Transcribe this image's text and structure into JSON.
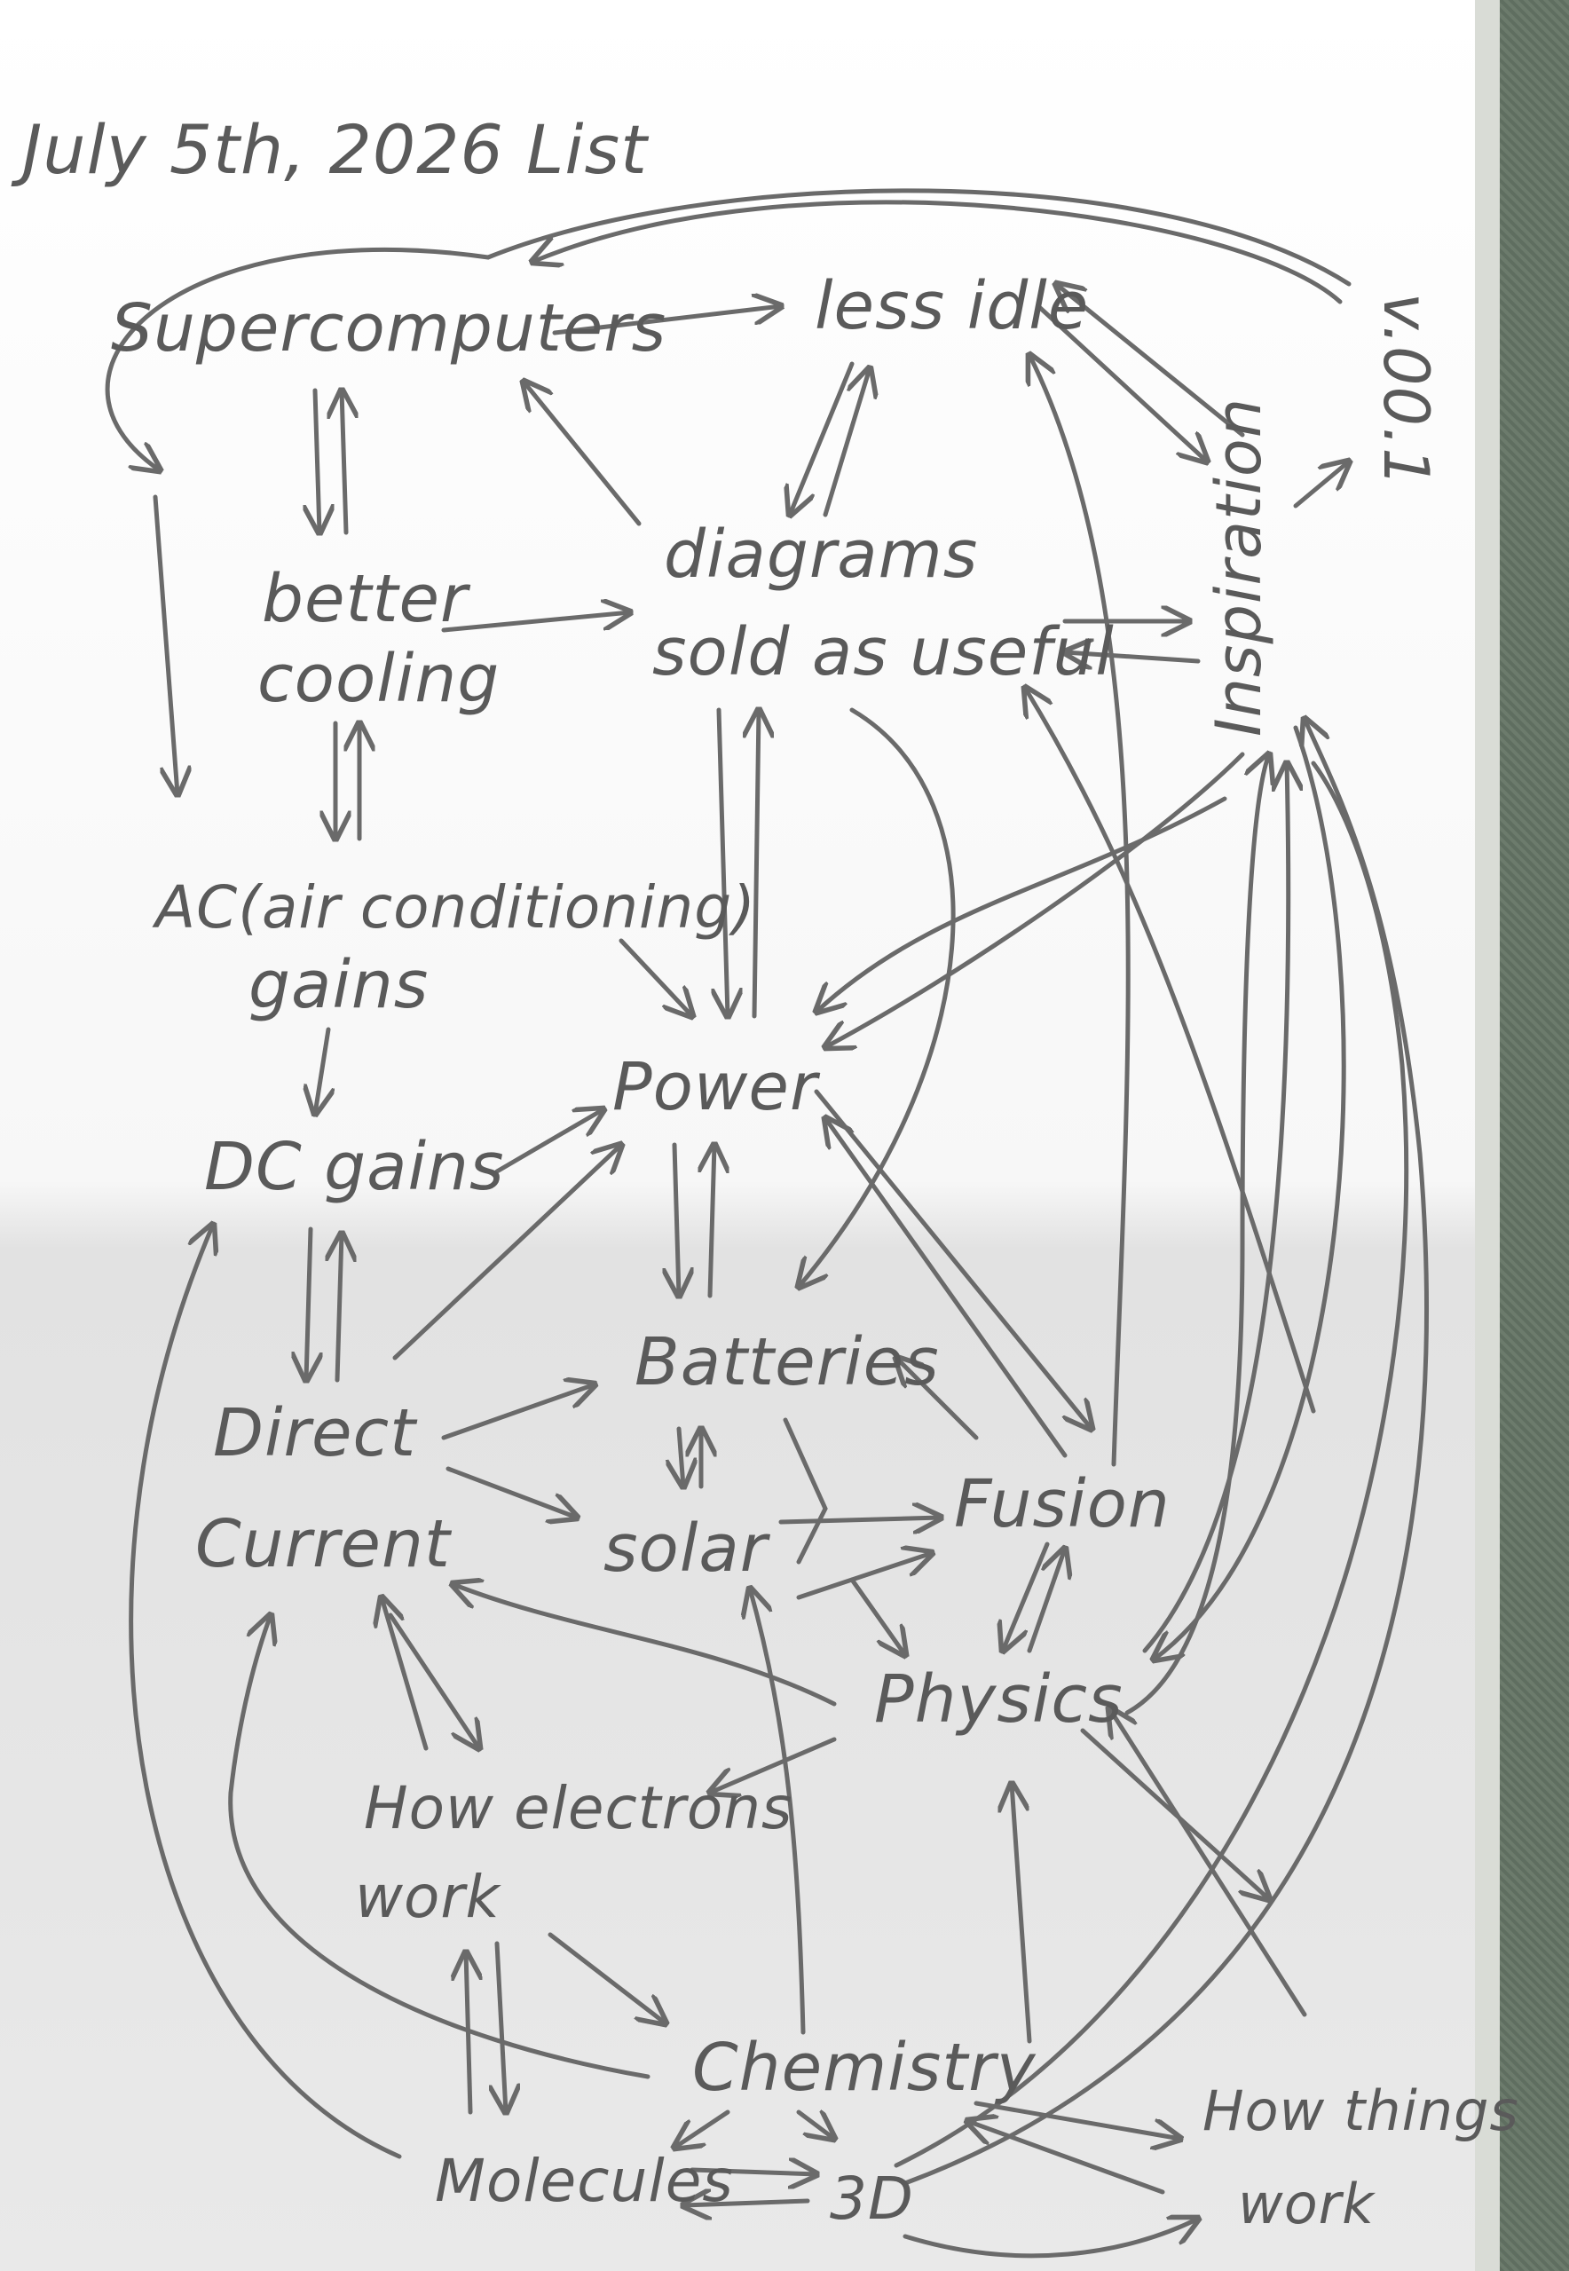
{
  "title": "July 5th, 2026 List",
  "version": "v.00.1",
  "nodes": {
    "supercomputers": "Supercomputers",
    "less_idle": "less idle",
    "better_cooling_1": "better",
    "better_cooling_2": "cooling",
    "diagrams_1": "diagrams",
    "diagrams_2": "sold as useful",
    "inspiration": "Inspiration",
    "ac_1": "AC(air conditioning)",
    "ac_2": "gains",
    "dc_gains": "DC gains",
    "power": "Power",
    "direct_current_1": "Direct",
    "direct_current_2": "Current",
    "batteries": "Batteries",
    "solar": "solar",
    "fusion": "Fusion",
    "physics": "Physics",
    "how_electrons_1": "How electrons",
    "how_electrons_2": "work",
    "chemistry": "Chemistry",
    "molecules": "Molecules",
    "three_d": "3D",
    "how_things_1": "How things",
    "how_things_2": "work"
  },
  "colors": {
    "ink": "#5a5a5a",
    "paper": "#f7f7f7",
    "cloth": "#6f7d6f"
  }
}
